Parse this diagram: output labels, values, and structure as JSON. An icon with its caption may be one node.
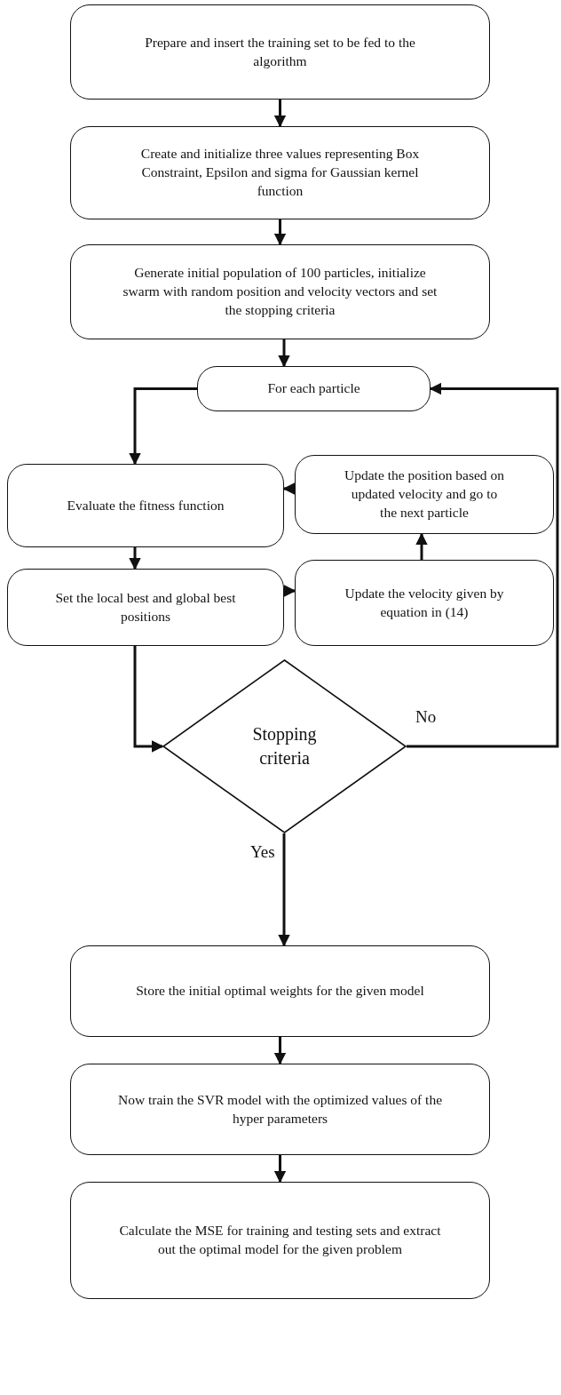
{
  "diagram": {
    "nodes": [
      {
        "text": [
          "Prepare and insert the training set to be fed to the algorithm"
        ]
      },
      {
        "text": [
          "Create and initialize three values representing Box Constraint, Epsilon and sigma for Gaussian kernel function"
        ]
      },
      {
        "text": [
          "Generate initial population of 100 particles, initialize swarm with random position and velocity vectors and set the stopping criteria"
        ]
      },
      {
        "text": [
          "For each particle"
        ]
      },
      {
        "text": [
          "Evaluate the fitness function"
        ]
      },
      {
        "text": [
          "Update the position based on updated velocity and go to the next particle"
        ]
      },
      {
        "text": [
          "Set the local best and global best positions"
        ]
      },
      {
        "text": [
          "Update the velocity given by equation in (14)"
        ]
      },
      {
        "text": [
          "Stopping criteria"
        ]
      },
      {
        "text": [
          "Store the initial optimal weights for the given model"
        ]
      },
      {
        "text": [
          "Now train the SVR model with the optimized values of the hyper parameters"
        ]
      },
      {
        "text": [
          "Calculate the MSE for training and testing sets and extract out the optimal model for the given problem"
        ]
      }
    ],
    "edges": [
      {
        "from": 0,
        "to": 1,
        "arrow": "to"
      },
      {
        "from": 1,
        "to": 2,
        "arrow": "to"
      },
      {
        "from": 2,
        "to": 3,
        "arrow": "to"
      },
      {
        "from": 3,
        "to": 4,
        "arrow": "to"
      },
      {
        "from": 5,
        "to": 4,
        "arrow": "to"
      },
      {
        "from": 4,
        "to": 6,
        "arrow": "to"
      },
      {
        "from": 6,
        "to": 7,
        "arrow": "to"
      },
      {
        "from": 7,
        "to": 5,
        "arrow": "to"
      },
      {
        "from": 6,
        "to": 8,
        "arrow": "to"
      },
      {
        "from": 8,
        "to": 3,
        "arrow": "to",
        "label": "No"
      },
      {
        "from": 8,
        "to": 9,
        "arrow": "to",
        "label": "Yes"
      },
      {
        "from": 9,
        "to": 10,
        "arrow": "to"
      },
      {
        "from": 10,
        "to": 11,
        "arrow": "to"
      }
    ]
  }
}
